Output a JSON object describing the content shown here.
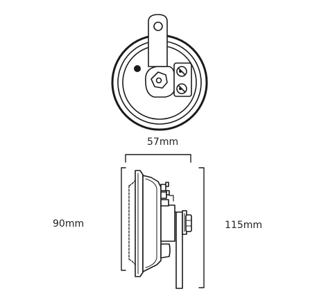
{
  "dimensions": {
    "width_label": "57mm",
    "height_label": "90mm",
    "overall_height_label": "115mm"
  },
  "views": [
    "front-view",
    "side-view"
  ],
  "colors": {
    "line": "#1a1a1a",
    "fill": "#ffffff"
  }
}
